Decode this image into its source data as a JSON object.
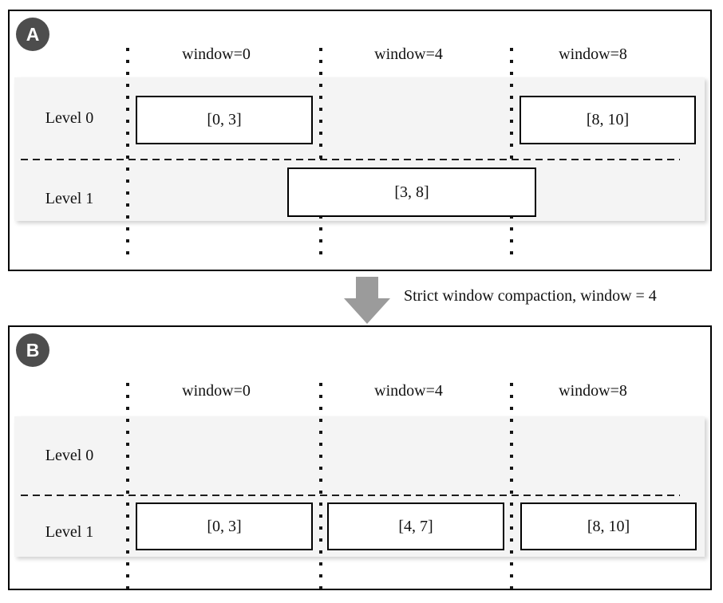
{
  "colors": {
    "panel_border": "#000000",
    "badge_background": "#4d4d4d",
    "badge_text": "#ffffff",
    "row_band_background": "#f4f4f4",
    "arrow_gray": "#9b9b9b",
    "text": "#111111"
  },
  "figure": {
    "panels": [
      {
        "badge": "A",
        "columns": [
          "window=0",
          "window=4",
          "window=8"
        ],
        "levels": [
          "Level 0",
          "Level 1"
        ],
        "boxes": [
          {
            "label": "[0, 3]"
          },
          {
            "label": "[8, 10]"
          },
          {
            "label": "[3, 8]"
          }
        ]
      },
      {
        "badge": "B",
        "columns": [
          "window=0",
          "window=4",
          "window=8"
        ],
        "levels": [
          "Level 0",
          "Level 1"
        ],
        "boxes": [
          {
            "label": "[0, 3]"
          },
          {
            "label": "[4, 7]"
          },
          {
            "label": "[8, 10]"
          }
        ]
      }
    ],
    "transition": {
      "label": "Strict window compaction, window = 4"
    }
  }
}
